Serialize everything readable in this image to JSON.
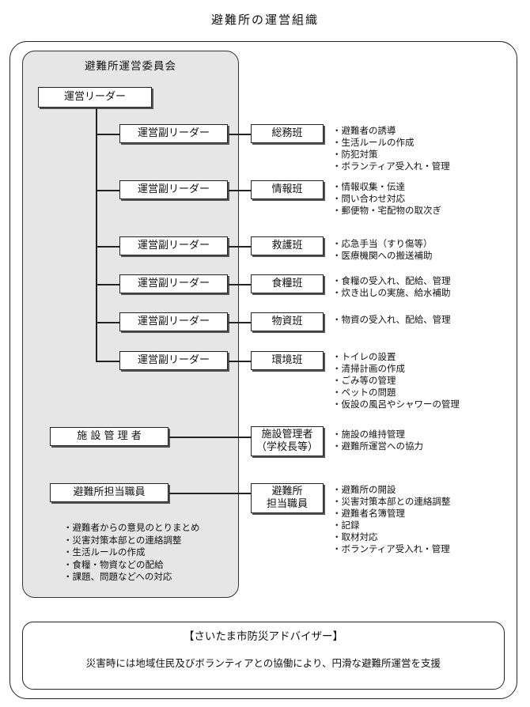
{
  "title": "避難所の運営組織",
  "committee": {
    "title": "避難所運営委員会",
    "leader": "運営リーダー",
    "sub_leader": "運営副リーダー",
    "facility_manager": "施 設 管 理 者",
    "staff": "避難所担当職員",
    "member_duties": [
      "避難者からの意見のとりまとめ",
      "災害対策本部との連絡調整",
      "生活ルールの作成",
      "食糧・物資などの配給",
      "課題、問題などへの対応"
    ]
  },
  "teams": [
    {
      "name": "総務班",
      "duties": [
        "避難者の誘導",
        "生活ルールの作成",
        "防犯対策",
        "ボランティア受入れ・管理"
      ]
    },
    {
      "name": "情報班",
      "duties": [
        "情報収集・伝達",
        "問い合わせ対応",
        "郵便物・宅配物の取次ぎ"
      ]
    },
    {
      "name": "救護班",
      "duties": [
        "応急手当（すり傷等）",
        "医療機関への搬送補助"
      ]
    },
    {
      "name": "食糧班",
      "duties": [
        "食糧の受入れ、配給、管理",
        "炊き出しの実施、給水補助"
      ]
    },
    {
      "name": "物資班",
      "duties": [
        "物資の受入れ、配給、管理"
      ]
    },
    {
      "name": "環境班",
      "duties": [
        "トイレの設置",
        "清掃計画の作成",
        "ごみ等の管理",
        "ペットの問題",
        "仮設の風呂やシャワーの管理"
      ]
    }
  ],
  "facility": {
    "line1": "施設管理者",
    "line2": "（学校長等）",
    "duties": [
      "施設の維持管理",
      "避難所運営への協力"
    ]
  },
  "shelter_staff": {
    "line1": "避難所",
    "line2": "担当職員",
    "duties": [
      "避難所の開設",
      "災害対策本部との連絡調整",
      "避難者名簿管理",
      "記録",
      "取材対応",
      "ボランティア受入れ・管理"
    ]
  },
  "advisor": {
    "title": "【さいたま市防災アドバイザー】",
    "description": "災害時には地域住民及びボランティアとの協働により、円滑な避難所運営を支援"
  }
}
